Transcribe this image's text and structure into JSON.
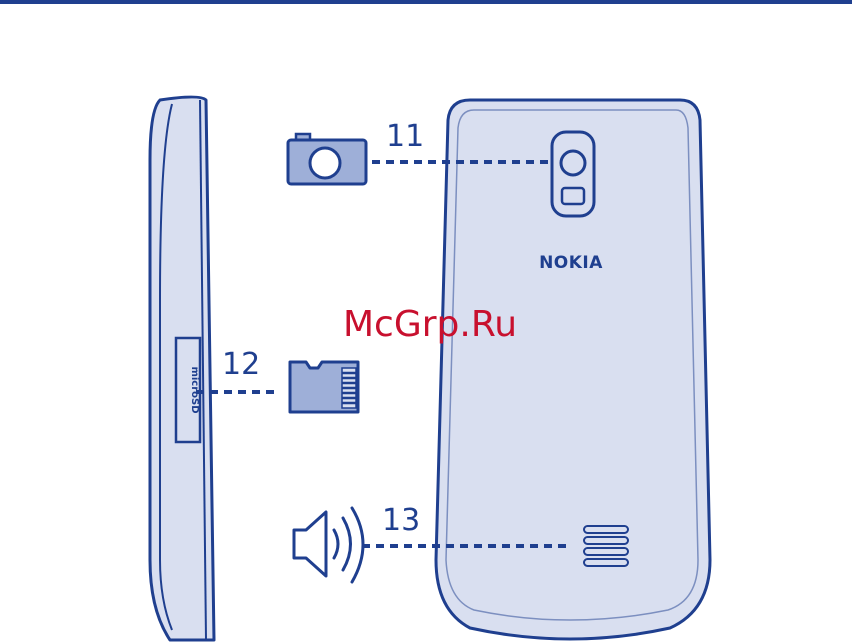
{
  "callouts": [
    {
      "number": "11",
      "target": "camera"
    },
    {
      "number": "12",
      "target": "memory-card"
    },
    {
      "number": "13",
      "target": "loudspeaker"
    }
  ],
  "phone": {
    "brand": "NOKIA",
    "slot_label": "microSD"
  },
  "watermark": "McGrp.Ru",
  "colors": {
    "stroke": "#1f3f8f",
    "fill_light": "#d9dff0",
    "fill_icon": "#9eafd8",
    "watermark": "#c8102e"
  }
}
